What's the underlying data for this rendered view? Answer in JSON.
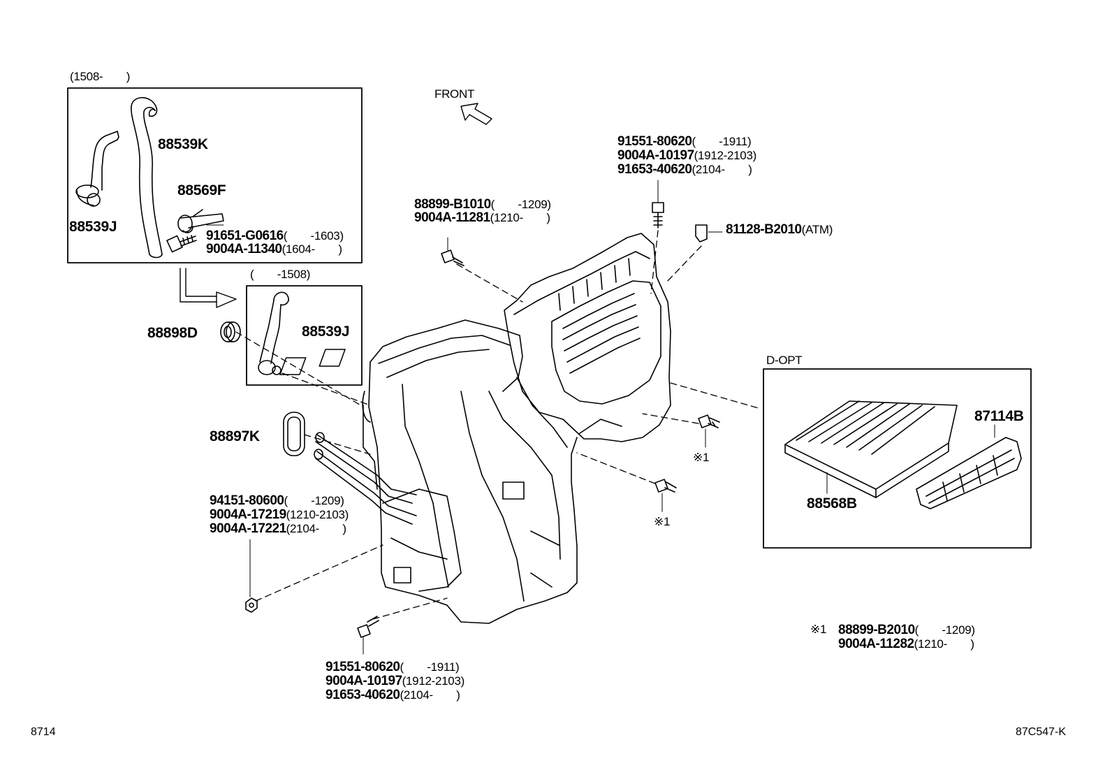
{
  "box_a": {
    "range": "(1508-　　)",
    "parts": {
      "hose_k": "88539K",
      "hose_j": "88539J",
      "clamp": "88569F"
    },
    "bolt": [
      {
        "part": "91651-G0616",
        "range": "(　　-1603)"
      },
      {
        "part": "9004A-11340",
        "range": "(1604-　　)"
      }
    ]
  },
  "box_b": {
    "range": "(　　-1508)",
    "hose": "88539J"
  },
  "grommet": "88898D",
  "seal": "88897K",
  "front_label": "FRONT",
  "screw_top_left": [
    {
      "part": "88899-B1010",
      "range": "(　　-1209)"
    },
    {
      "part": "9004A-11281",
      "range": "(1210-　　)"
    }
  ],
  "bolt_top_center": [
    {
      "part": "91551-80620",
      "range": "(　　-1911)"
    },
    {
      "part": "9004A-10197",
      "range": "(1912-2103)"
    },
    {
      "part": "91653-40620",
      "range": "(2104-　　)"
    }
  ],
  "clip": {
    "part": "81128-B2010",
    "range": "(ATM)"
  },
  "nut_left": [
    {
      "part": "94151-80600",
      "range": "(　　-1209)"
    },
    {
      "part": "9004A-17219",
      "range": "(1210-2103)"
    },
    {
      "part": "9004A-17221",
      "range": "(2104-　　)"
    }
  ],
  "bolt_bottom": [
    {
      "part": "91551-80620",
      "range": "(　　-1911)"
    },
    {
      "part": "9004A-10197",
      "range": "(1912-2103)"
    },
    {
      "part": "91653-40620",
      "range": "(2104-　　)"
    }
  ],
  "mark1_label": "※1",
  "d_opt": {
    "title": "D-OPT",
    "filter": "88568B",
    "cover": "87114B"
  },
  "footnote": {
    "mark": "※1",
    "rows": [
      {
        "part": "88899-B2010",
        "range": "(　　-1209)"
      },
      {
        "part": "9004A-11282",
        "range": "(1210-　　)"
      }
    ]
  },
  "footer": {
    "left_code": "8714",
    "right_code": "87C547-K"
  }
}
